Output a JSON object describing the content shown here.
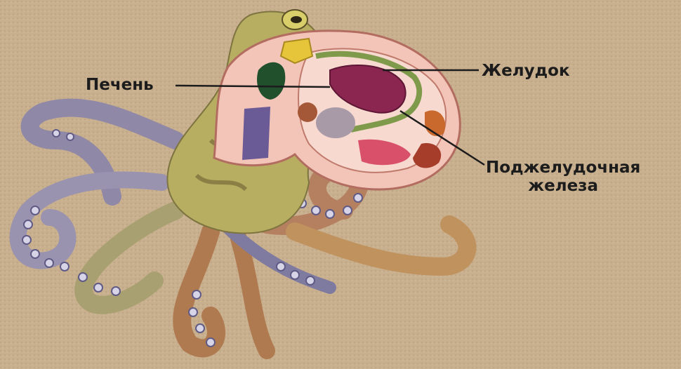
{
  "labels": {
    "liver": "Печень",
    "stomach": "Желудок",
    "pancreas_line1": "Поджелудочная",
    "pancreas_line2": "железа"
  },
  "colors": {
    "background": "#c9b08f",
    "octopus_body": "#b8b060",
    "tentacle": "#8e8aa8",
    "suckers": "#6e6c96",
    "section": "#f3c2b6",
    "liver_organ": "#1f4d2a",
    "stomach_organ": "#8b2650",
    "pancreas_organ": "#a33c2a",
    "leader_line": "#1c1c1c"
  }
}
